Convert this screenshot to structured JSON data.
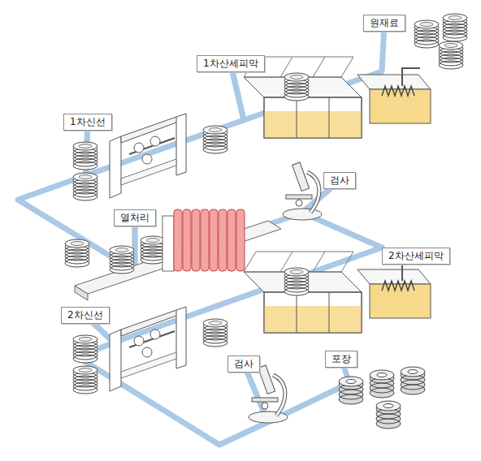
{
  "diagram": {
    "nodes": [
      {
        "text": [
          "원재료"
        ]
      },
      {
        "text": [
          "1차산세피막"
        ]
      },
      {
        "text": [
          "1차신선"
        ]
      },
      {
        "text": [
          "검사"
        ]
      },
      {
        "text": [
          "열처리"
        ]
      },
      {
        "text": [
          "2차산세피막"
        ]
      },
      {
        "text": [
          "2차신선"
        ]
      },
      {
        "text": [
          "검사"
        ]
      },
      {
        "text": [
          "포장"
        ]
      }
    ],
    "edges": [
      {
        "from": 0,
        "to": 1,
        "arrow": "none"
      },
      {
        "from": 1,
        "to": 2,
        "arrow": "none"
      },
      {
        "from": 2,
        "to": 4,
        "arrow": "none"
      },
      {
        "from": 4,
        "to": 3,
        "arrow": "none"
      },
      {
        "from": 3,
        "to": 5,
        "arrow": "none"
      },
      {
        "from": 5,
        "to": 6,
        "arrow": "none"
      },
      {
        "from": 6,
        "to": 7,
        "arrow": "none"
      },
      {
        "from": 7,
        "to": 8,
        "arrow": "none"
      }
    ]
  }
}
